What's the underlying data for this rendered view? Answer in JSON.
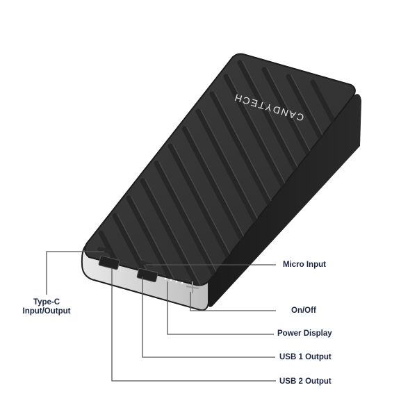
{
  "product": {
    "brand": "CANDYTECH",
    "body_color": "#3a3a3a",
    "edge_color": "#1e1e1e",
    "panel_color": "#d9d9d9"
  },
  "callouts": [
    {
      "id": "type-c",
      "label_line1": "Type-C",
      "label_line2": "Input/Output"
    },
    {
      "id": "micro",
      "label": "Micro Input"
    },
    {
      "id": "onoff",
      "label": "On/Off"
    },
    {
      "id": "power-display",
      "label": "Power Display"
    },
    {
      "id": "usb1",
      "label": "USB 1 Output"
    },
    {
      "id": "usb2",
      "label": "USB 2 Output"
    }
  ],
  "colors": {
    "label": "#1a2440",
    "leader_line": "#555555"
  }
}
